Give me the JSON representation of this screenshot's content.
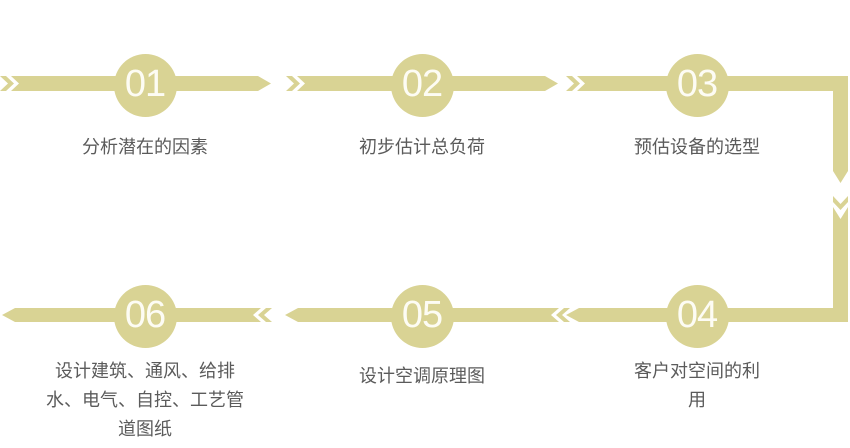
{
  "diagram": {
    "type": "process-flow",
    "direction": "top-row-left-to-right, then down, bottom-row-right-to-left"
  },
  "steps": [
    {
      "number": "01",
      "label": "分析潜在的因素"
    },
    {
      "number": "02",
      "label": "初步估计总负荷"
    },
    {
      "number": "03",
      "label": "预估设备的选型"
    },
    {
      "number": "04",
      "label": "客户对空间的利\n用"
    },
    {
      "number": "05",
      "label": "设计空调原理图"
    },
    {
      "number": "06",
      "label": "设计建筑、通风、给排\n水、电气、自控、工艺管\n道图纸"
    }
  ],
  "colors": {
    "band": "#d9d394",
    "number": "#fdfcf4",
    "label": "#5b5b5b",
    "background": "#ffffff"
  }
}
